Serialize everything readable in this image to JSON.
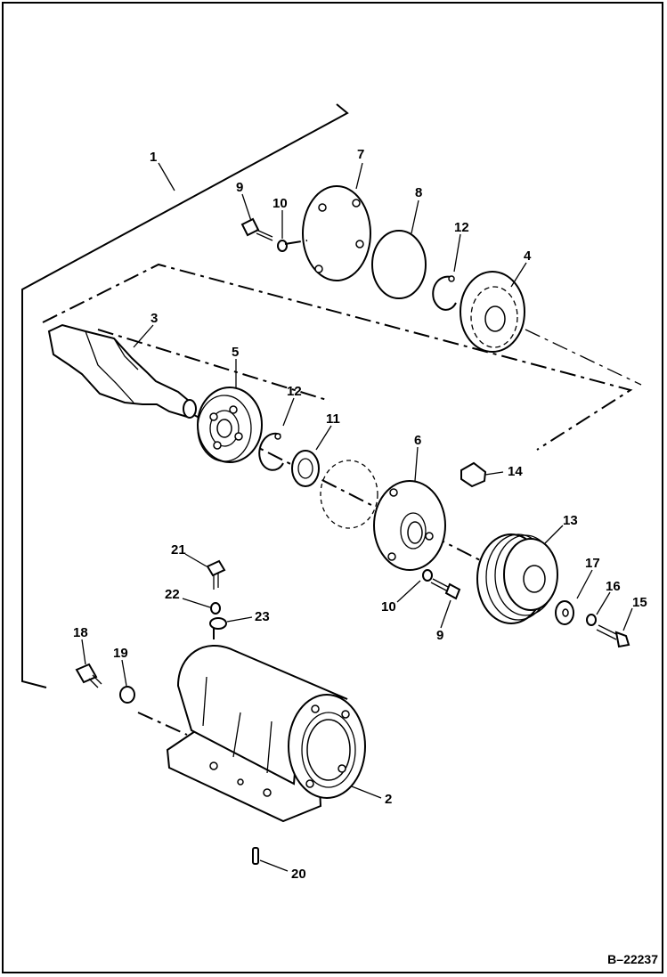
{
  "diagram": {
    "figure_id": "B–22237",
    "callouts": {
      "c1": "1",
      "c2": "2",
      "c3": "3",
      "c4": "4",
      "c5": "5",
      "c6": "6",
      "c7": "7",
      "c8": "8",
      "c9a": "9",
      "c9b": "9",
      "c10a": "10",
      "c10b": "10",
      "c11": "11",
      "c12a": "12",
      "c12b": "12",
      "c13": "13",
      "c14": "14",
      "c15": "15",
      "c16": "16",
      "c17": "17",
      "c18": "18",
      "c19": "19",
      "c20": "20",
      "c21": "21",
      "c22": "22",
      "c23": "23"
    }
  }
}
